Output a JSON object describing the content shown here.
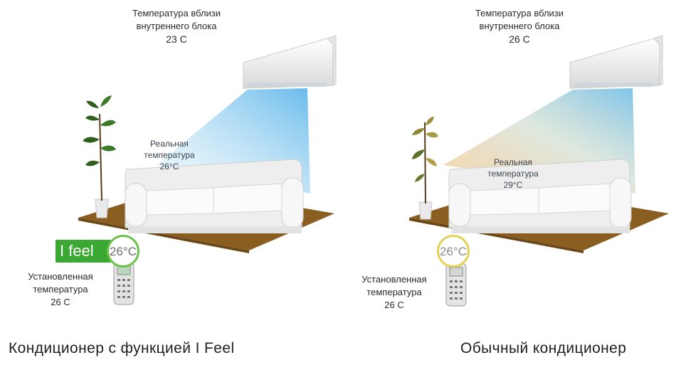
{
  "left": {
    "unit_temp_label_1": "Температура вблизи",
    "unit_temp_label_2": "внутреннего блока",
    "unit_temp_value": "23 С",
    "real_temp_label_1": "Реальная",
    "real_temp_label_2": "температура",
    "real_temp_value": "26°С",
    "badge": "I feel",
    "remote_temp": "26°С",
    "set_temp_label_1": "Установленная",
    "set_temp_label_2": "температура",
    "set_temp_value": "26 С",
    "caption": "Кондиционер с функцией I Feel",
    "airflow_color": "#7cc4ee",
    "badge_color": "#3aa832"
  },
  "right": {
    "unit_temp_label_1": "Температура вблизи",
    "unit_temp_label_2": "внутреннего блока",
    "unit_temp_value": "26 С",
    "real_temp_label_1": "Реальная",
    "real_temp_label_2": "температура",
    "real_temp_value": "29°С",
    "remote_temp": "26°С",
    "set_temp_label_1": "Установленная",
    "set_temp_label_2": "температура",
    "set_temp_value": "26 С",
    "caption": "Обычный кондиционер",
    "airflow_color": "#f2b56b"
  },
  "icons": [
    "air-conditioner-icon",
    "sofa-icon",
    "plant-icon",
    "remote-control-icon",
    "rug-icon"
  ]
}
